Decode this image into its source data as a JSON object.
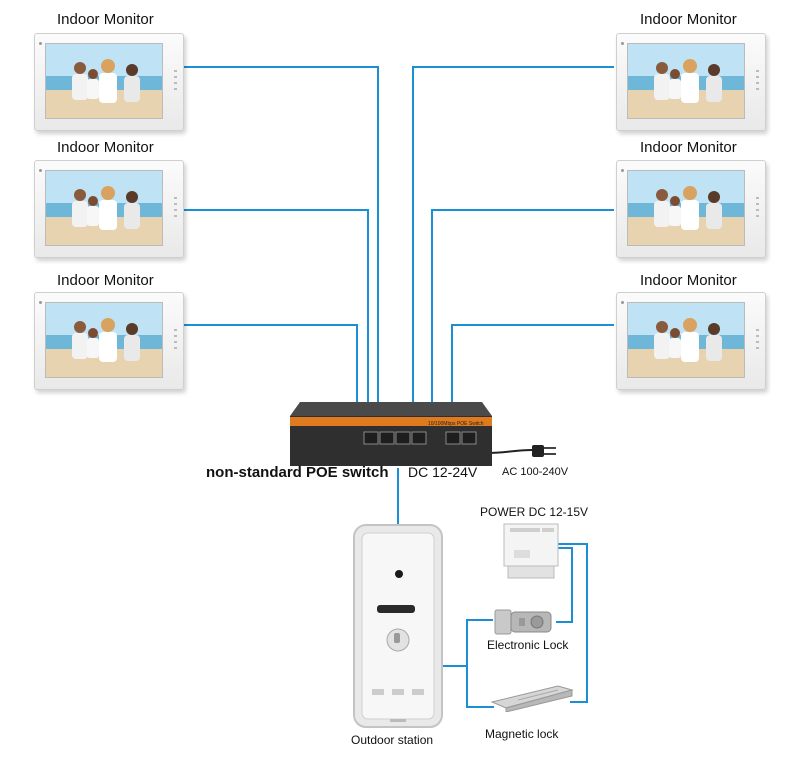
{
  "monitor_label": "Indoor Monitor",
  "switch_label": "non-standard POE switch",
  "switch_panel_text": "10/100Mbps POE Switch",
  "dc_label": "DC 12-24V",
  "ac_label": "AC 100-240V",
  "power_supply_label": "POWER DC 12-15V",
  "electronic_lock_label": "Electronic Lock",
  "magnetic_lock_label": "Magnetic lock",
  "outdoor_station_label": "Outdoor station",
  "colors": {
    "wire": "#1a8fd6",
    "switch_body": "#3a3a3a",
    "switch_stripe": "#e07a1f"
  }
}
